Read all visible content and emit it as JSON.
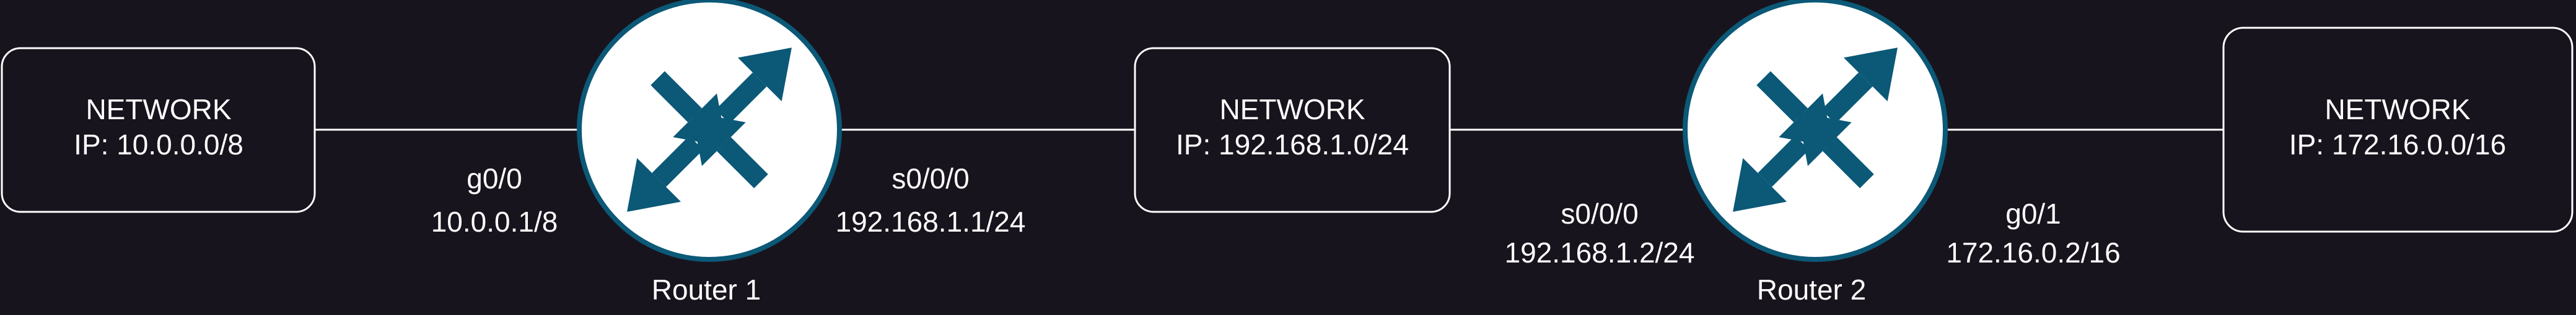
{
  "colors": {
    "background": "#18141d",
    "line": "#ffffff",
    "router_fill": "#ffffff",
    "router_arrow": "#0b5877",
    "text": "#ffffff"
  },
  "networks": [
    {
      "title": "NETWORK",
      "ip": "IP: 10.0.0.0/8"
    },
    {
      "title": "NETWORK",
      "ip": "IP: 192.168.1.0/24"
    },
    {
      "title": "NETWORK",
      "ip": "IP: 172.16.0.0/16"
    }
  ],
  "routers": [
    {
      "name": "Router 1",
      "icon": "router-icon"
    },
    {
      "name": "Router 2",
      "icon": "router-icon"
    }
  ],
  "interfaces": [
    {
      "name": "g0/0",
      "address": "10.0.0.1/8"
    },
    {
      "name": "s0/0/0",
      "address": "192.168.1.1/24"
    },
    {
      "name": "s0/0/0",
      "address": "192.168.1.2/24"
    },
    {
      "name": "g0/1",
      "address": "172.16.0.2/16"
    }
  ]
}
